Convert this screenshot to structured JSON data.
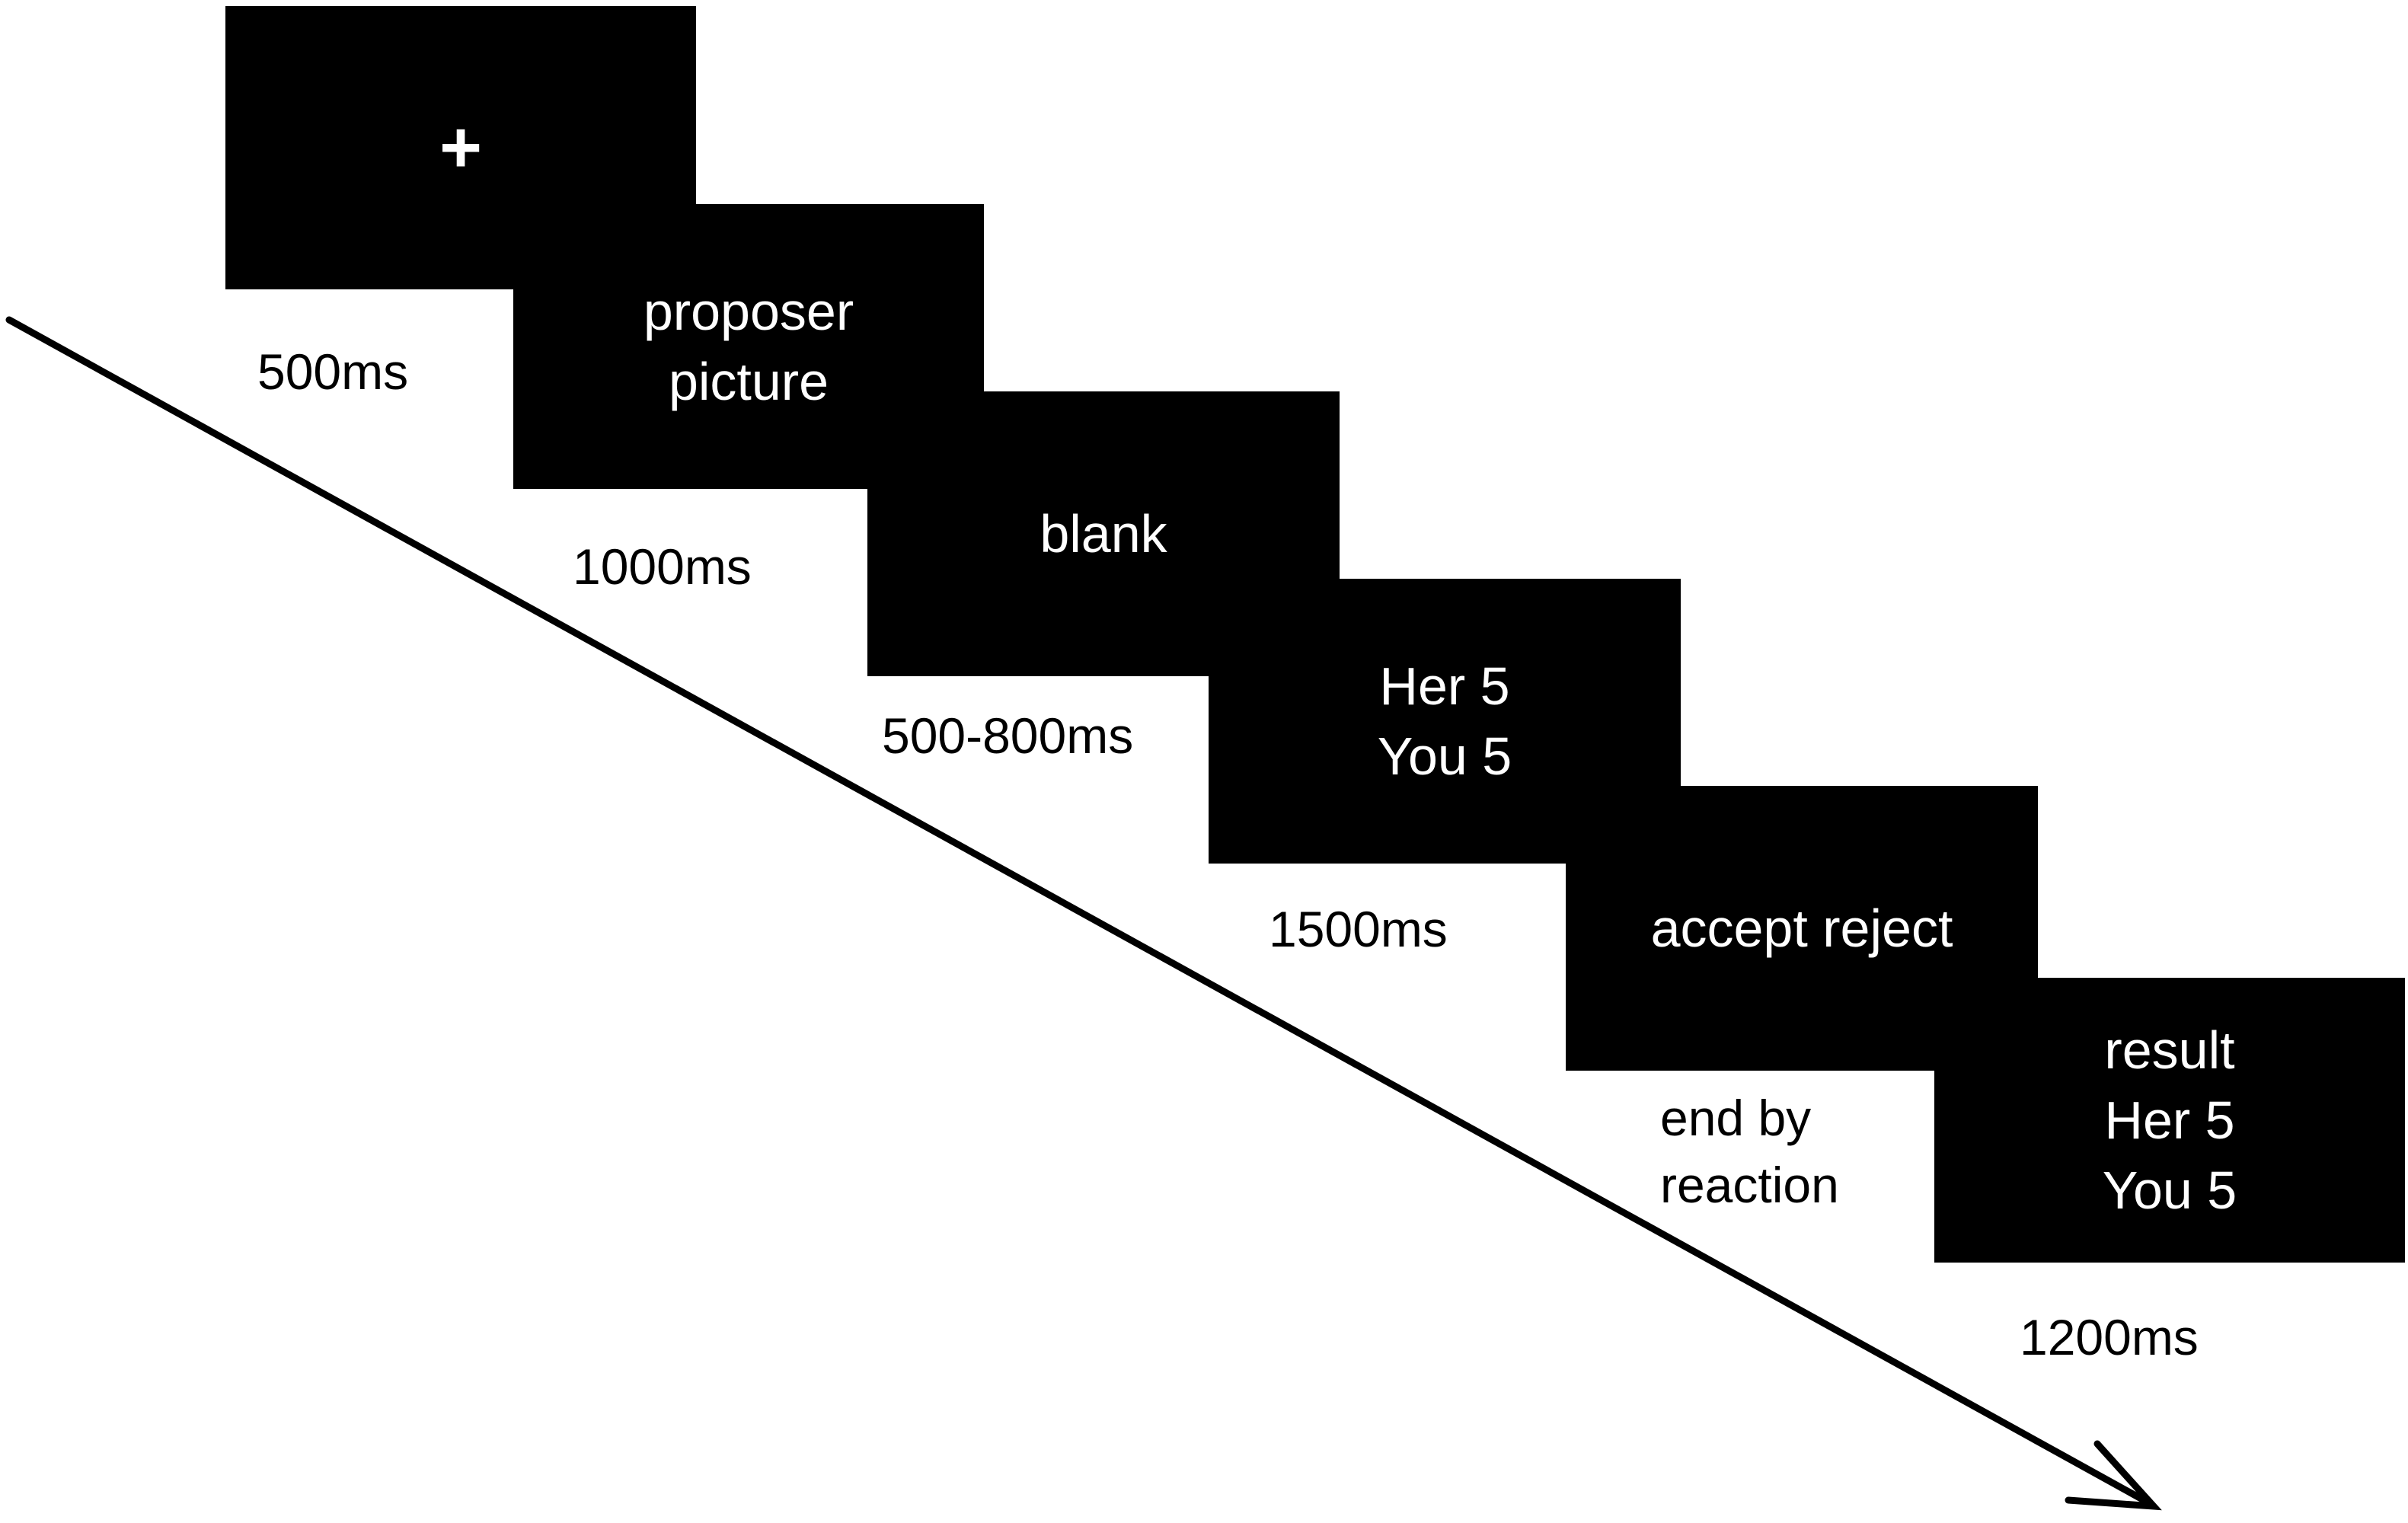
{
  "trial_sequence": [
    {
      "id": "fixation",
      "screen_lines": [
        "+"
      ],
      "duration_lines": [
        "500ms"
      ]
    },
    {
      "id": "proposer",
      "screen_lines": [
        "proposer",
        "picture"
      ],
      "duration_lines": [
        "1000ms"
      ]
    },
    {
      "id": "blank",
      "screen_lines": [
        "blank"
      ],
      "duration_lines": [
        "500-800ms"
      ]
    },
    {
      "id": "offer",
      "screen_lines": [
        "Her 5",
        "You 5"
      ],
      "duration_lines": [
        "1500ms"
      ]
    },
    {
      "id": "decision",
      "screen_lines": [
        "accept reject"
      ],
      "duration_lines": [
        "end by",
        "reaction"
      ]
    },
    {
      "id": "result",
      "screen_lines": [
        "result",
        "Her 5",
        "You 5"
      ],
      "duration_lines": [
        "1200ms"
      ]
    }
  ],
  "colors": {
    "screen_background": "#000000",
    "screen_text": "#ffffff",
    "label_text": "#000000",
    "arrow": "#000000",
    "page_background": "#ffffff"
  },
  "icons": {
    "timeline": "arrow-right-down-icon"
  }
}
